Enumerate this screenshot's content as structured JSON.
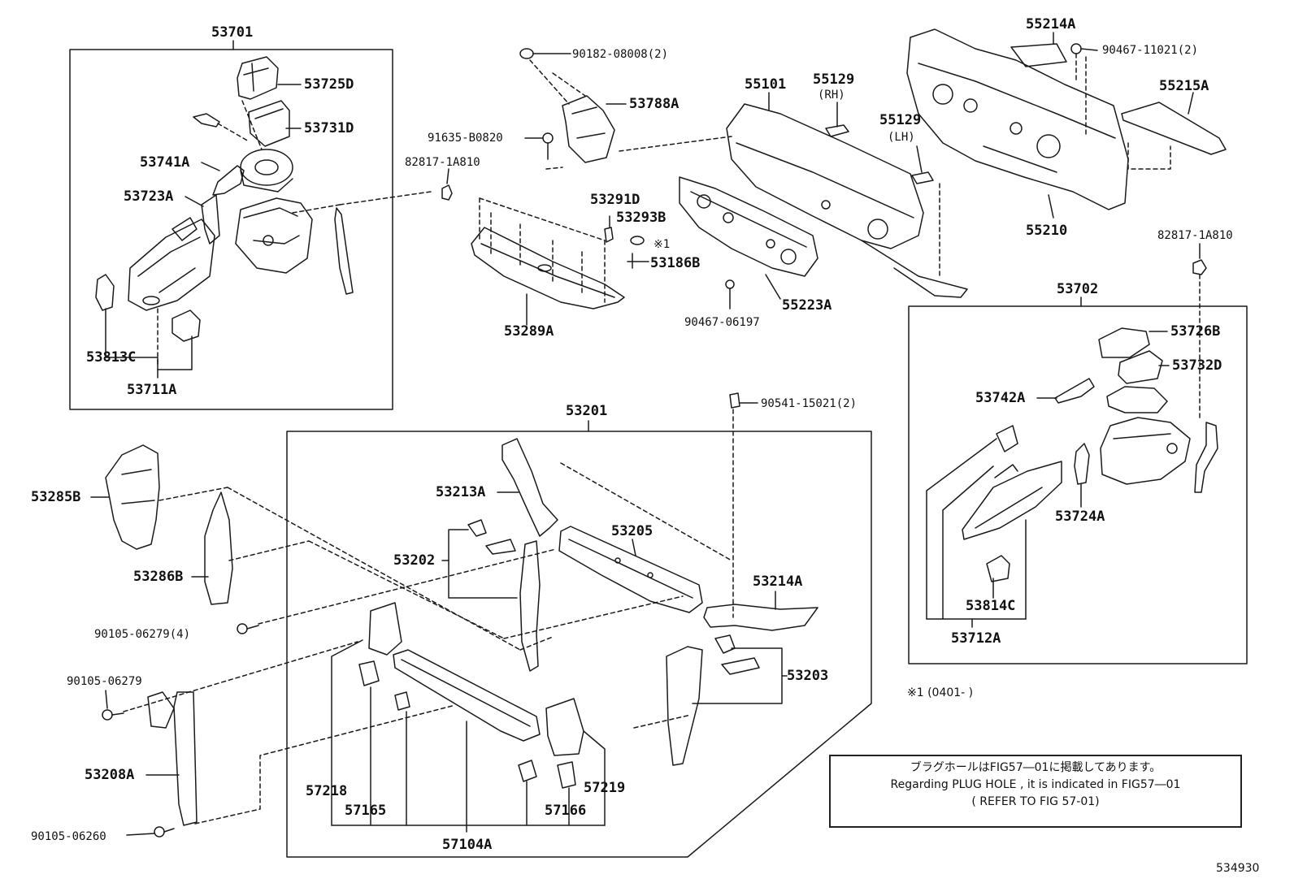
{
  "labels": {
    "g53701": "53701",
    "p53725D": "53725D",
    "p53731D": "53731D",
    "p53741A": "53741A",
    "p53723A": "53723A",
    "p53813C": "53813C",
    "p53711A": "53711A",
    "p90182": "90182-08008(2)",
    "p53788A": "53788A",
    "p91635": "91635-B0820",
    "p82817a": "82817-1A810",
    "p53291D": "53291D",
    "p53293B": "53293B",
    "p53186B": "53186B",
    "mark1": "※1",
    "p53289A": "53289A",
    "p55101": "55101",
    "p55129rh": "55129",
    "rh": "(RH)",
    "p55129lh": "55129",
    "lh": "(LH)",
    "p55223A": "55223A",
    "p90467a": "90467-06197",
    "p55214A": "55214A",
    "p90467b": "90467-11021(2)",
    "p55215A": "55215A",
    "p55210": "55210",
    "p82817b": "82817-1A810",
    "g53702": "53702",
    "p53726B": "53726B",
    "p53732D": "53732D",
    "p53742A": "53742A",
    "p53724A": "53724A",
    "p53814C": "53814C",
    "p53712A": "53712A",
    "p53285B": "53285B",
    "p53286B": "53286B",
    "p90105a": "90105-06279(4)",
    "p90105b": "90105-06279",
    "p53208A": "53208A",
    "p90105c": "90105-06260",
    "g53201": "53201",
    "p90541": "90541-15021(2)",
    "p53213A": "53213A",
    "p53205": "53205",
    "p53202": "53202",
    "p53214A": "53214A",
    "p53203": "53203",
    "p57218": "57218",
    "p57165": "57165",
    "p57219": "57219",
    "p57166": "57166",
    "p57104A": "57104A",
    "footnote": "※1 (0401-        )",
    "figno": "534930"
  },
  "note": {
    "line1": "ブラグホールはFIG57―01に掲載してあります。",
    "line2": "Regarding PLUG HOLE , it is indicated in FIG57―01",
    "line3": "( REFER TO FIG 57-01)"
  }
}
